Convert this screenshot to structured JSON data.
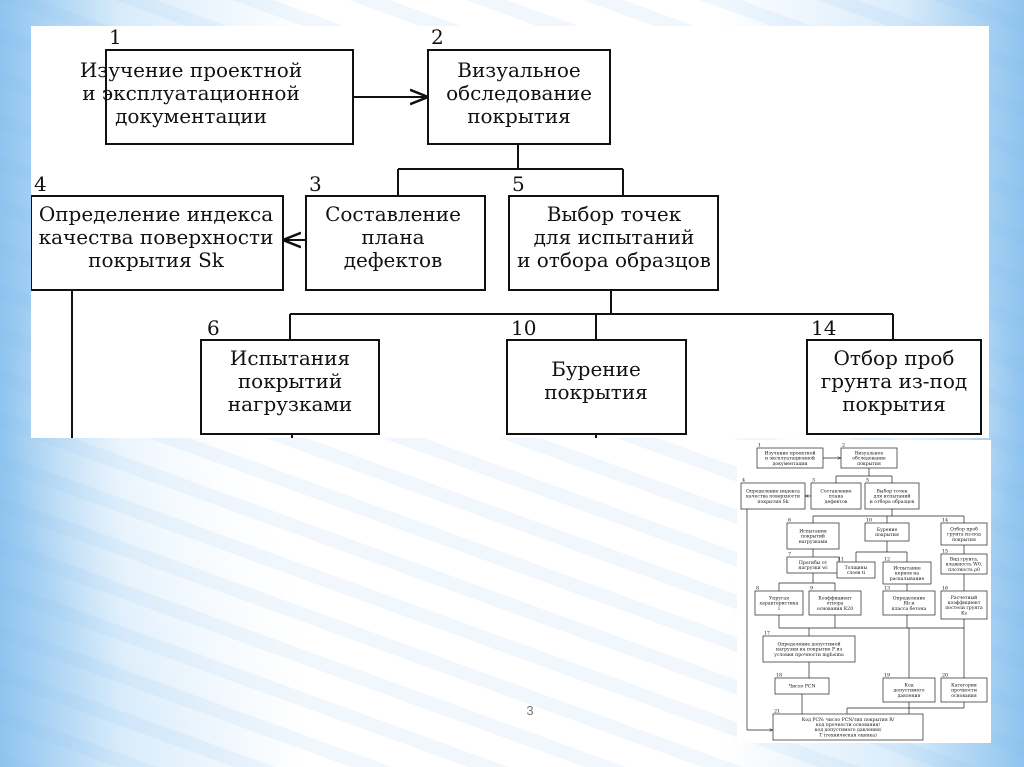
{
  "diagram": {
    "boxes": [
      {
        "id": "b1",
        "num": "1",
        "lines": [
          "Изучение проектной",
          "и эксплуатационной",
          "документации"
        ]
      },
      {
        "id": "b2",
        "num": "2",
        "lines": [
          "Визуальное",
          "обследование",
          "покрытия"
        ]
      },
      {
        "id": "b3",
        "num": "3",
        "lines": [
          "Составление",
          "плана",
          "дефектов"
        ]
      },
      {
        "id": "b4",
        "num": "4",
        "lines": [
          "Определение индекса",
          "качества поверхности",
          "покрытия Sk"
        ]
      },
      {
        "id": "b5",
        "num": "5",
        "lines": [
          "Выбор точек",
          "для испытаний",
          "и отбора образцов"
        ]
      },
      {
        "id": "b6",
        "num": "6",
        "lines": [
          "Испытания",
          "покрытий",
          "нагрузками"
        ]
      },
      {
        "id": "b10",
        "num": "10",
        "lines": [
          "Бурение",
          "покрытия"
        ]
      },
      {
        "id": "b14",
        "num": "14",
        "lines": [
          "Отбор проб",
          "грунта из-под",
          "покрытия"
        ]
      }
    ]
  },
  "thumbnail": {
    "boxes": [
      {
        "num": "1",
        "lines": [
          "Изучение проектной",
          "и эксплуатационной",
          "документации"
        ]
      },
      {
        "num": "2",
        "lines": [
          "Визуальное",
          "обследование",
          "покрытия"
        ]
      },
      {
        "num": "3",
        "lines": [
          "Составление",
          "плана",
          "дефектов"
        ]
      },
      {
        "num": "4",
        "lines": [
          "Определение индекса",
          "качества поверхности",
          "покрытия Sk"
        ]
      },
      {
        "num": "5",
        "lines": [
          "Выбор точек",
          "для испытаний",
          "и отбора образцов"
        ]
      },
      {
        "num": "6",
        "lines": [
          "Испытания",
          "покрытий",
          "нагрузками"
        ]
      },
      {
        "num": "7",
        "lines": [
          "Прогибы от",
          "нагрузки wi"
        ]
      },
      {
        "num": "8",
        "lines": [
          "Упругая",
          "характеристика",
          "l"
        ]
      },
      {
        "num": "9",
        "lines": [
          "Коэффициент",
          "отпора",
          "основания K20"
        ]
      },
      {
        "num": "10",
        "lines": [
          "Бурение",
          "покрытия"
        ]
      },
      {
        "num": "11",
        "lines": [
          "Толщины",
          "слоев ti"
        ]
      },
      {
        "num": "12",
        "lines": [
          "Испытание",
          "кернов на",
          "раскалывание"
        ]
      },
      {
        "num": "13",
        "lines": [
          "Определение",
          "Rb и",
          "класса бетона"
        ]
      },
      {
        "num": "14",
        "lines": [
          "Отбор проб",
          "грунта из-под",
          "покрытия"
        ]
      },
      {
        "num": "15",
        "lines": [
          "Вид грунта,",
          "влажность W0,",
          "плотность ρ0"
        ]
      },
      {
        "num": "16",
        "lines": [
          "Расчетный",
          "коэффициент",
          "постели грунта",
          "Ks"
        ]
      },
      {
        "num": "17",
        "lines": [
          "Определение допустимой",
          "нагрузки на покрытие P из",
          "условия прочности mgh≤mu"
        ]
      },
      {
        "num": "18",
        "lines": [
          "Число PCN"
        ]
      },
      {
        "num": "19",
        "lines": [
          "Код",
          "допустимого",
          "давления"
        ]
      },
      {
        "num": "20",
        "lines": [
          "Категория",
          "прочности",
          "основания"
        ]
      },
      {
        "num": "21",
        "lines": [
          "Код PCN: число PCN/тип покрытия R/",
          "код прочности основания/",
          "код допустимого давления/",
          "T (техническая оценка)"
        ]
      }
    ]
  },
  "slide": {
    "page_number": "3"
  }
}
